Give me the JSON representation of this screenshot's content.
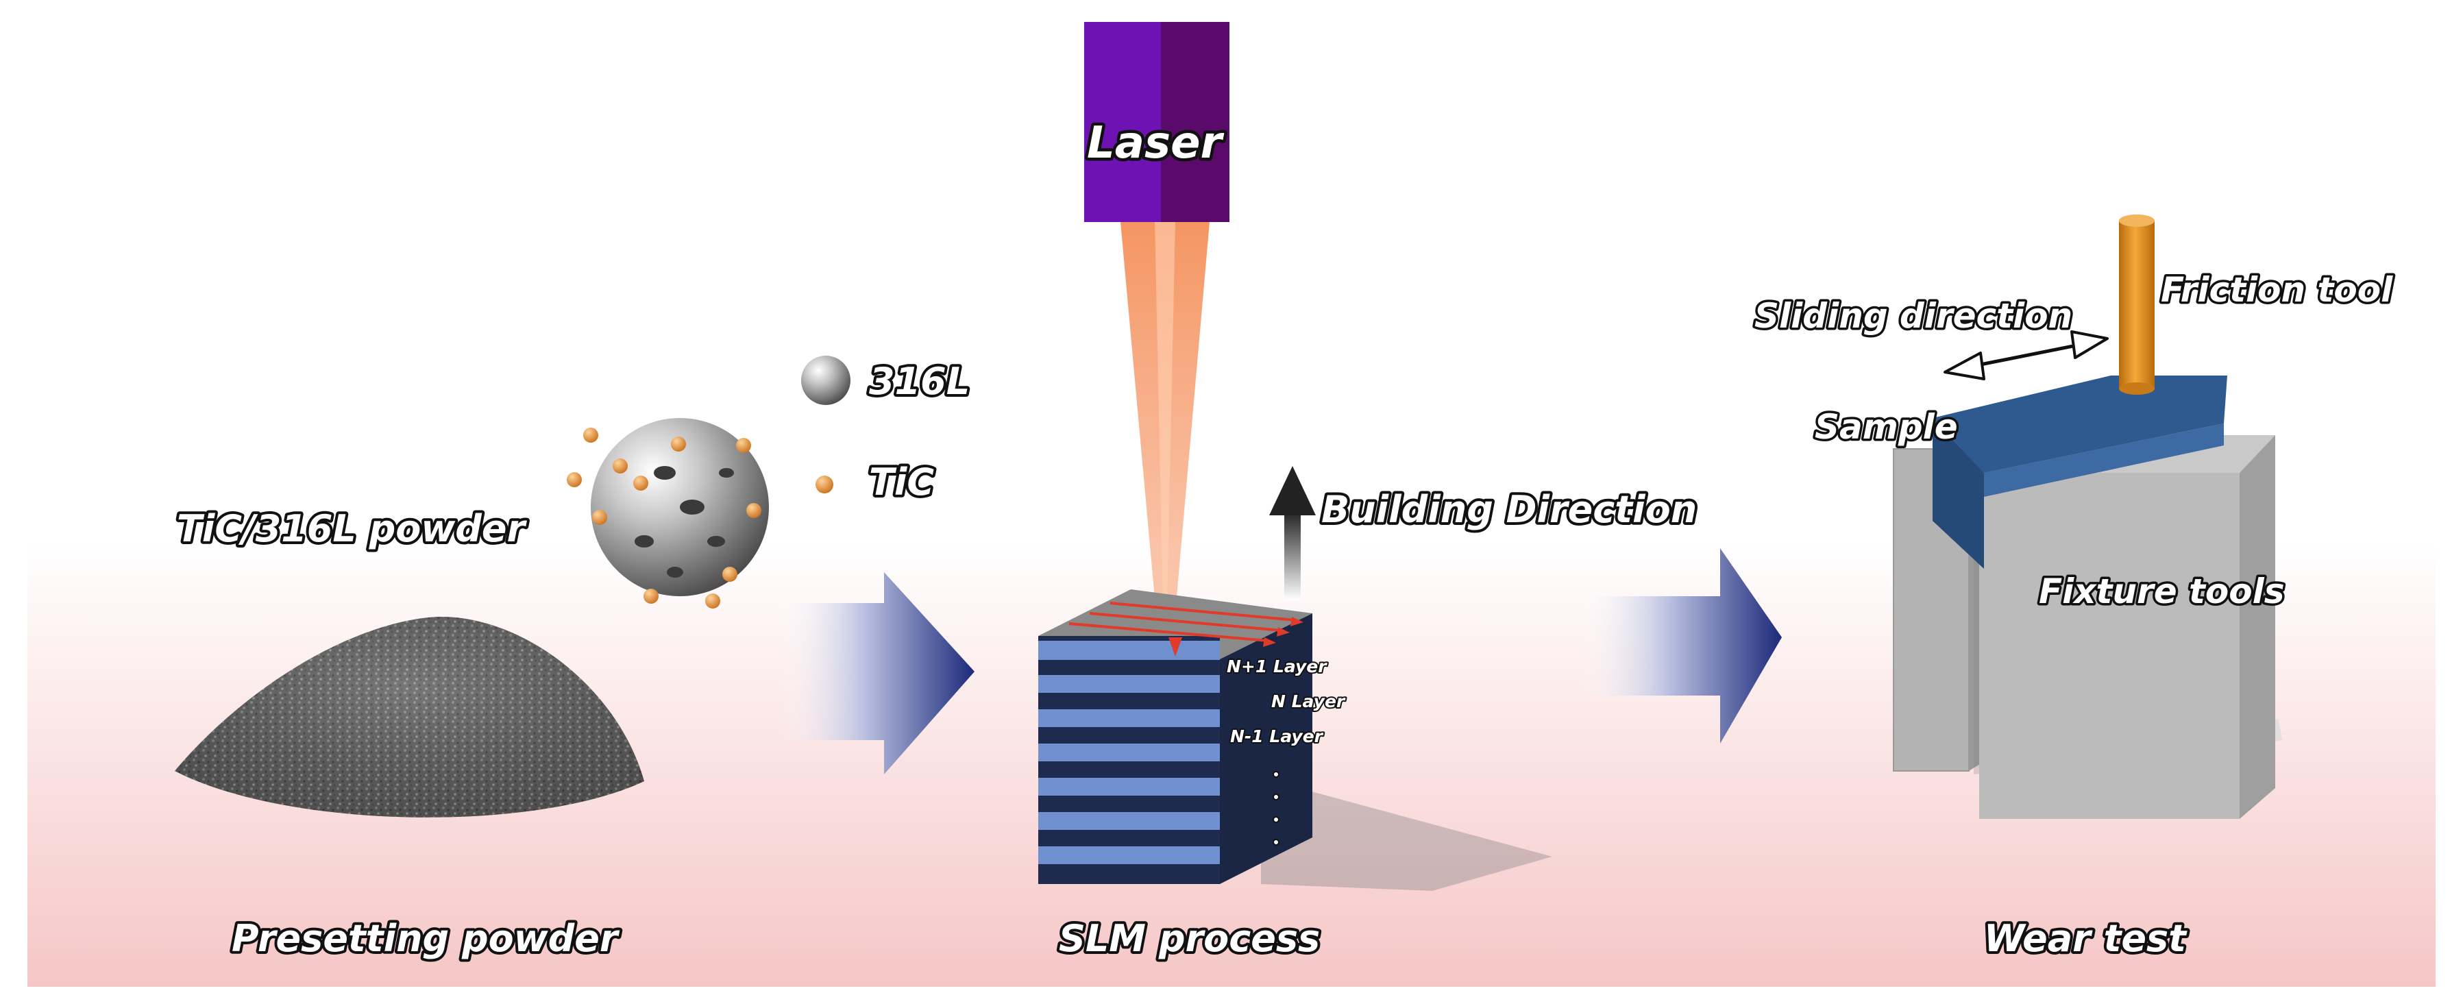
{
  "labels": {
    "laser": "Laser",
    "powder_316l": "316L",
    "powder_tic": "TiC",
    "tic_316l_powder": "TiC/316L powder",
    "building_direction": "Building Direction",
    "layer_n_plus_1": "N+1 Layer",
    "layer_n": "N Layer",
    "layer_n_minus_1": "N-1 Layer",
    "sliding_direction": "Sliding direction",
    "friction_tool": "Friction tool",
    "sample": "Sample",
    "fixture_tools": "Fixture tools"
  },
  "stages": [
    {
      "label": "Presetting powder"
    },
    {
      "label": "SLM process"
    },
    {
      "label": "Wear test"
    }
  ],
  "colors": {
    "background_fade": "#f6c6c6",
    "flow_arrow": "#1c2a7a",
    "laser_front": "#6f12b3",
    "laser_side": "#5a0a6a",
    "laser_beam": "#f4905a",
    "layer_block": "#1e2b4f",
    "layer_slab": "#6f8fcf",
    "scan_track": "#e03a2a",
    "tic_particle": "#e58a2c",
    "friction_tool": "#e6901e",
    "sample_bar": "#2f5a8f",
    "fixture": "#b3b3b3"
  }
}
